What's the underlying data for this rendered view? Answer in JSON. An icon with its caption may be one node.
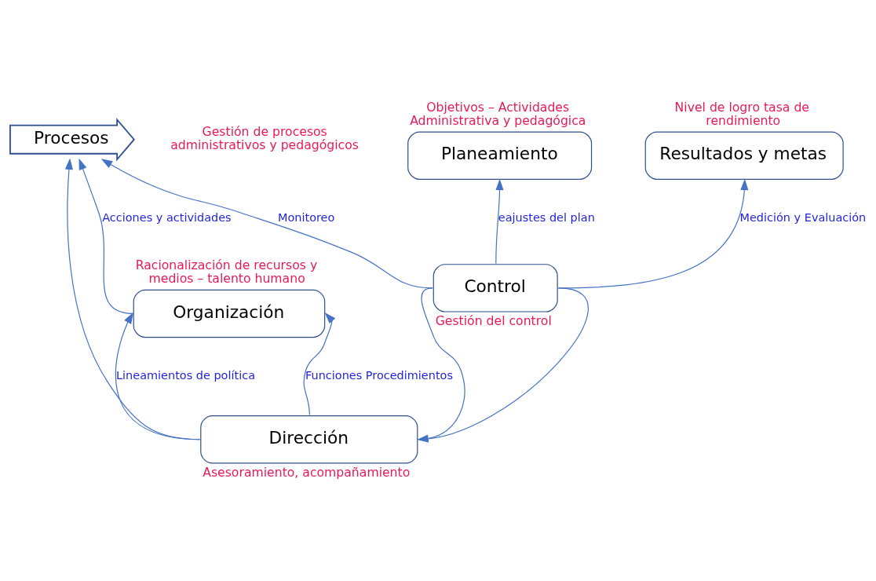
{
  "diagram": {
    "nodes": [
      {
        "text": [
          "Planeamiento"
        ],
        "beside": [
          "Objetivos – Actividades Administrativa y pedagógica"
        ]
      },
      {
        "text": [
          "Procesos"
        ],
        "beside": [
          "Gestión de procesos administrativos y pedagógicos"
        ]
      },
      {
        "text": [
          "Resultados y metas"
        ],
        "beside": [
          "Nivel de logro tasa de rendimiento"
        ]
      },
      {
        "text": [
          "Organización"
        ],
        "beside": [
          "Racionalización de recursos y medios – talento humano"
        ]
      },
      {
        "text": [
          "Dirección"
        ],
        "beside": [
          "Asesoramiento, acompañamiento"
        ]
      },
      {
        "text": [
          "Control"
        ],
        "beside": [
          "Gestión del control"
        ]
      }
    ],
    "edges": [
      {
        "from": 5,
        "to": 0,
        "arrow": "to",
        "label": "eajustes del plan"
      },
      {
        "from": 3,
        "to": 1,
        "arrow": "to",
        "label": "Acciones y actividades"
      },
      {
        "from": 4,
        "to": 1,
        "arrow": "to"
      },
      {
        "from": 5,
        "to": 1,
        "arrow": "to",
        "label": "Monitoreo"
      },
      {
        "from": 4,
        "to": 3,
        "arrow": "to",
        "label": "Lineamientos de política"
      },
      {
        "from": 4,
        "to": 3,
        "arrow": "to",
        "label": "Funciones Procedimientos"
      },
      {
        "from": 5,
        "to": 4,
        "arrow": "to"
      },
      {
        "from": 4,
        "to": 5,
        "arrow": "none"
      },
      {
        "from": 5,
        "to": 2,
        "arrow": "to",
        "label": "Medición y Evaluación"
      }
    ]
  }
}
